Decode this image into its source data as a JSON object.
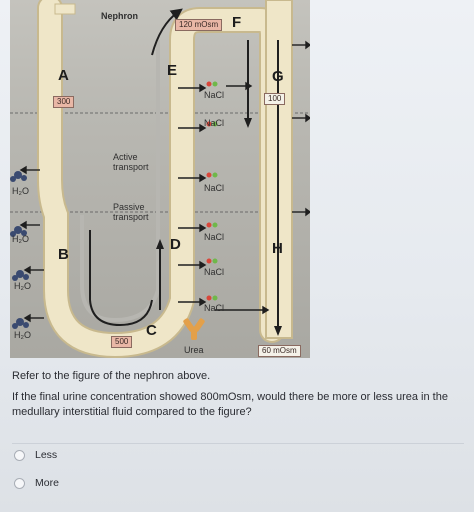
{
  "figure": {
    "title": "Nephron",
    "letters": {
      "a": "A",
      "b": "B",
      "c": "C",
      "d": "D",
      "e": "E",
      "f": "F",
      "g": "G",
      "h": "H"
    },
    "badges": {
      "cortex_120": "120 mOsm",
      "left_300": "300",
      "right_100": "100",
      "loop_500": "500",
      "collect_60": "60 mOsm"
    },
    "labels": {
      "active_transport": "Active\ntransport",
      "passive_transport": "Passive\ntransport",
      "urea": "Urea",
      "h2o": "H₂O",
      "nacl": "NaCl"
    },
    "colors": {
      "tubule": "#efe6c8",
      "tubule_edge": "#c8b98e",
      "interstitium": "#b7b6b1",
      "nacl_red": "#d9463a",
      "nacl_green": "#6fb84a",
      "water_blue": "#3a4a70",
      "urea_orange": "#e3a04a"
    }
  },
  "text": {
    "intro": "Refer to the figure of the nephron above.",
    "question": "If the final urine concentration showed 800mOsm, would there be more or less urea in the medullary interstitial fluid compared to the figure?"
  },
  "options": [
    {
      "label": "Less"
    },
    {
      "label": "More"
    }
  ]
}
